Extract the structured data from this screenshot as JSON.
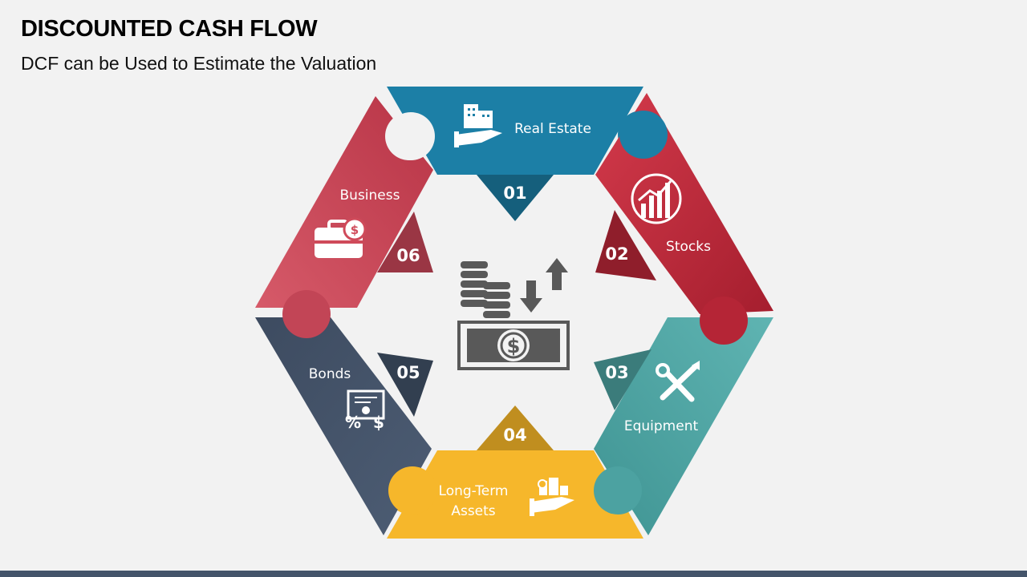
{
  "slide": {
    "title": "DISCOUNTED CASH FLOW",
    "subtitle": "DCF can be Used to Estimate the Valuation"
  },
  "segments": [
    {
      "number": "01",
      "label": "Real Estate",
      "icon": "real-estate-icon",
      "color": "#1c7fa6",
      "tab_color": "#155f7c"
    },
    {
      "number": "02",
      "label": "Stocks",
      "icon": "stocks-chart-icon",
      "color": "#c0293a",
      "tab_color": "#8f1e2b"
    },
    {
      "number": "03",
      "label": "Equipment",
      "icon": "tools-icon",
      "color": "#4fa5a4",
      "tab_color": "#3b7c7b"
    },
    {
      "number": "04",
      "label_lines": [
        "Long-Term",
        "Assets"
      ],
      "icon": "asset-hand-icon",
      "color": "#f6b72b",
      "tab_color": "#c08e1f"
    },
    {
      "number": "05",
      "label": "Bonds",
      "icon": "bond-certificate-icon",
      "color": "#44546a",
      "tab_color": "#323f50"
    },
    {
      "number": "06",
      "label": "Business",
      "icon": "briefcase-dollar-icon",
      "color": "#cf4a5a",
      "tab_color": "#9a3644"
    }
  ],
  "center": {
    "icon": "cash-flow-money-icon",
    "icon_color": "#595959"
  },
  "footer": {
    "color": "#44546a"
  }
}
